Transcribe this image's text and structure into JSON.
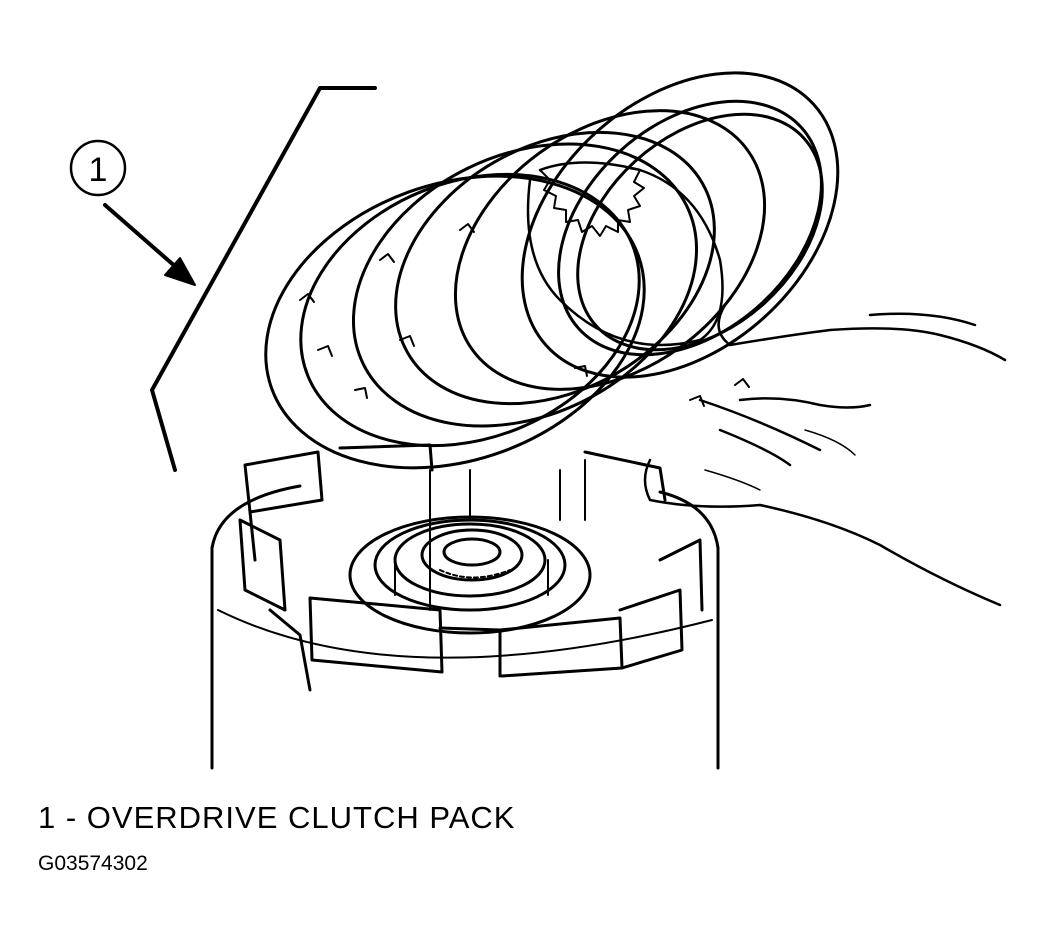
{
  "callout": {
    "number": "1"
  },
  "legend": {
    "caption": "1 - OVERDRIVE CLUTCH PACK"
  },
  "figure_id": "G03574302"
}
